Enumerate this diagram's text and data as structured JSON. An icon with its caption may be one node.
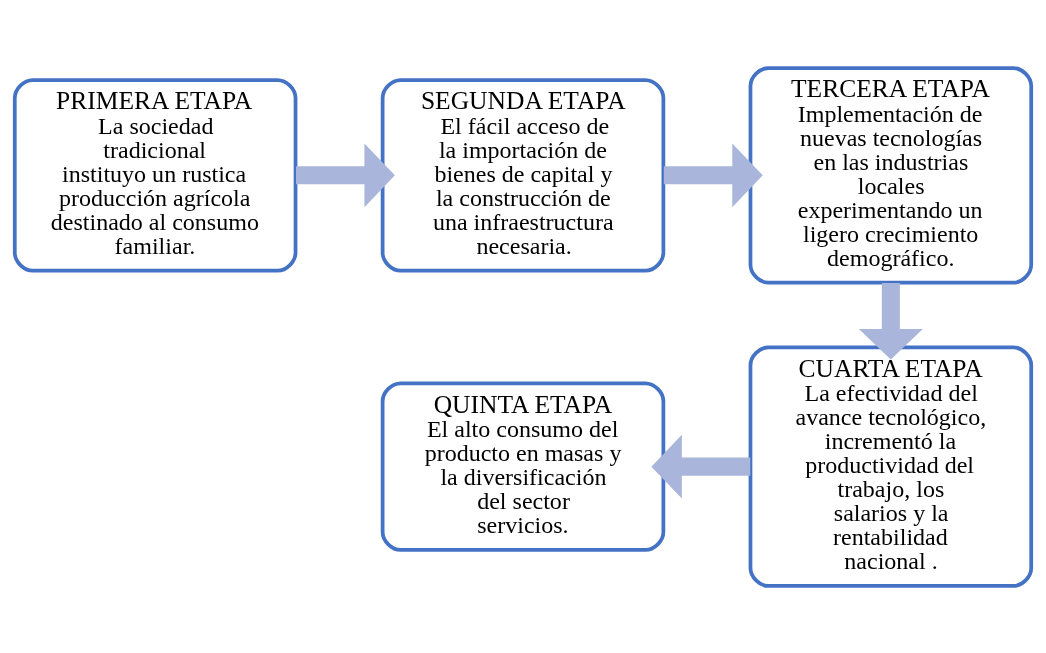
{
  "diagram": {
    "nodes": [
      {
        "text": [
          "PRIMERA ETAPA",
          "La sociedad tradicional instituyo un rustica producción agrícola destinado al consumo familiar."
        ]
      },
      {
        "text": [
          "SEGUNDA ETAPA",
          "El fácil acceso de la importación de bienes de capital y la construcción de una infraestructura necesaria."
        ]
      },
      {
        "text": [
          "TERCERA ETAPA",
          "Implementación de nuevas tecnologías en las industrias locales experimentando un ligero crecimiento demográfico."
        ]
      },
      {
        "text": [
          "CUARTA ETAPA",
          "La efectividad del avance tecnológico, incrementó la productividad del trabajo, los salarios y la rentabilidad nacional ."
        ]
      },
      {
        "text": [
          "QUINTA ETAPA",
          "El alto consumo del producto en masas y la diversificación del sector servicios."
        ]
      }
    ],
    "edges": [
      {
        "from": 0,
        "to": 1,
        "arrow": "to"
      },
      {
        "from": 1,
        "to": 2,
        "arrow": "to"
      },
      {
        "from": 2,
        "to": 3,
        "arrow": "to"
      },
      {
        "from": 3,
        "to": 4,
        "arrow": "to"
      }
    ]
  }
}
